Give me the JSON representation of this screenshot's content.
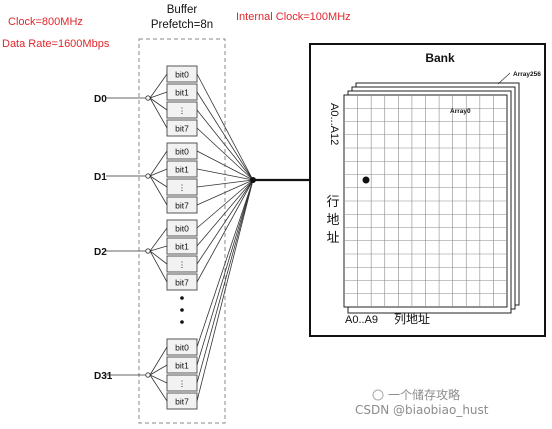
{
  "header": {
    "clock": "Clock=800MHz",
    "data_rate": "Data Rate=1600Mbps",
    "buffer_line1": "Buffer",
    "buffer_line2": "Prefetch=8n",
    "internal_clock": "Internal Clock=100MHz"
  },
  "data_lines": [
    "D0",
    "D1",
    "D2",
    "D31"
  ],
  "bit_cells": [
    "bit0",
    "bit1",
    "⋮",
    "bit7"
  ],
  "bank": {
    "title": "Bank",
    "array_top": "Array256",
    "array_front": "Array0",
    "row_addr": "A0...A12",
    "row_label": [
      "行",
      "地",
      "址"
    ],
    "col_addr": "A0..A9",
    "col_label": "列地址"
  },
  "watermark": "CSDN @biaobiao_hust",
  "watermark_wechat": "一个储存攻略"
}
